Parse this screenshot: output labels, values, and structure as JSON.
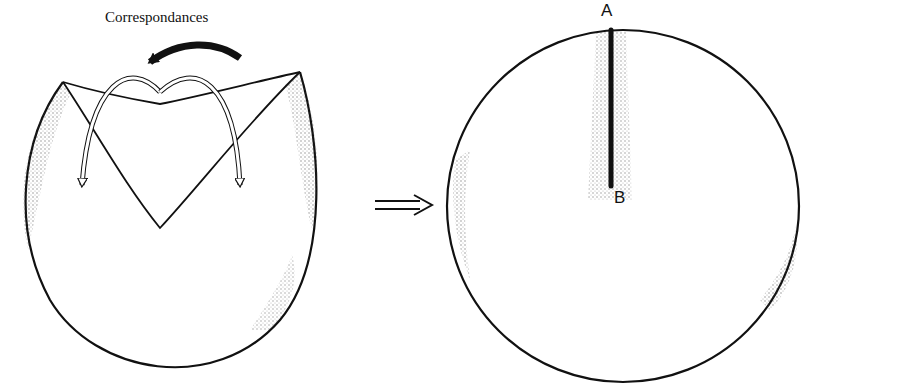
{
  "diagram": {
    "labels": [
      "Correspondances",
      "A",
      "B"
    ]
  }
}
